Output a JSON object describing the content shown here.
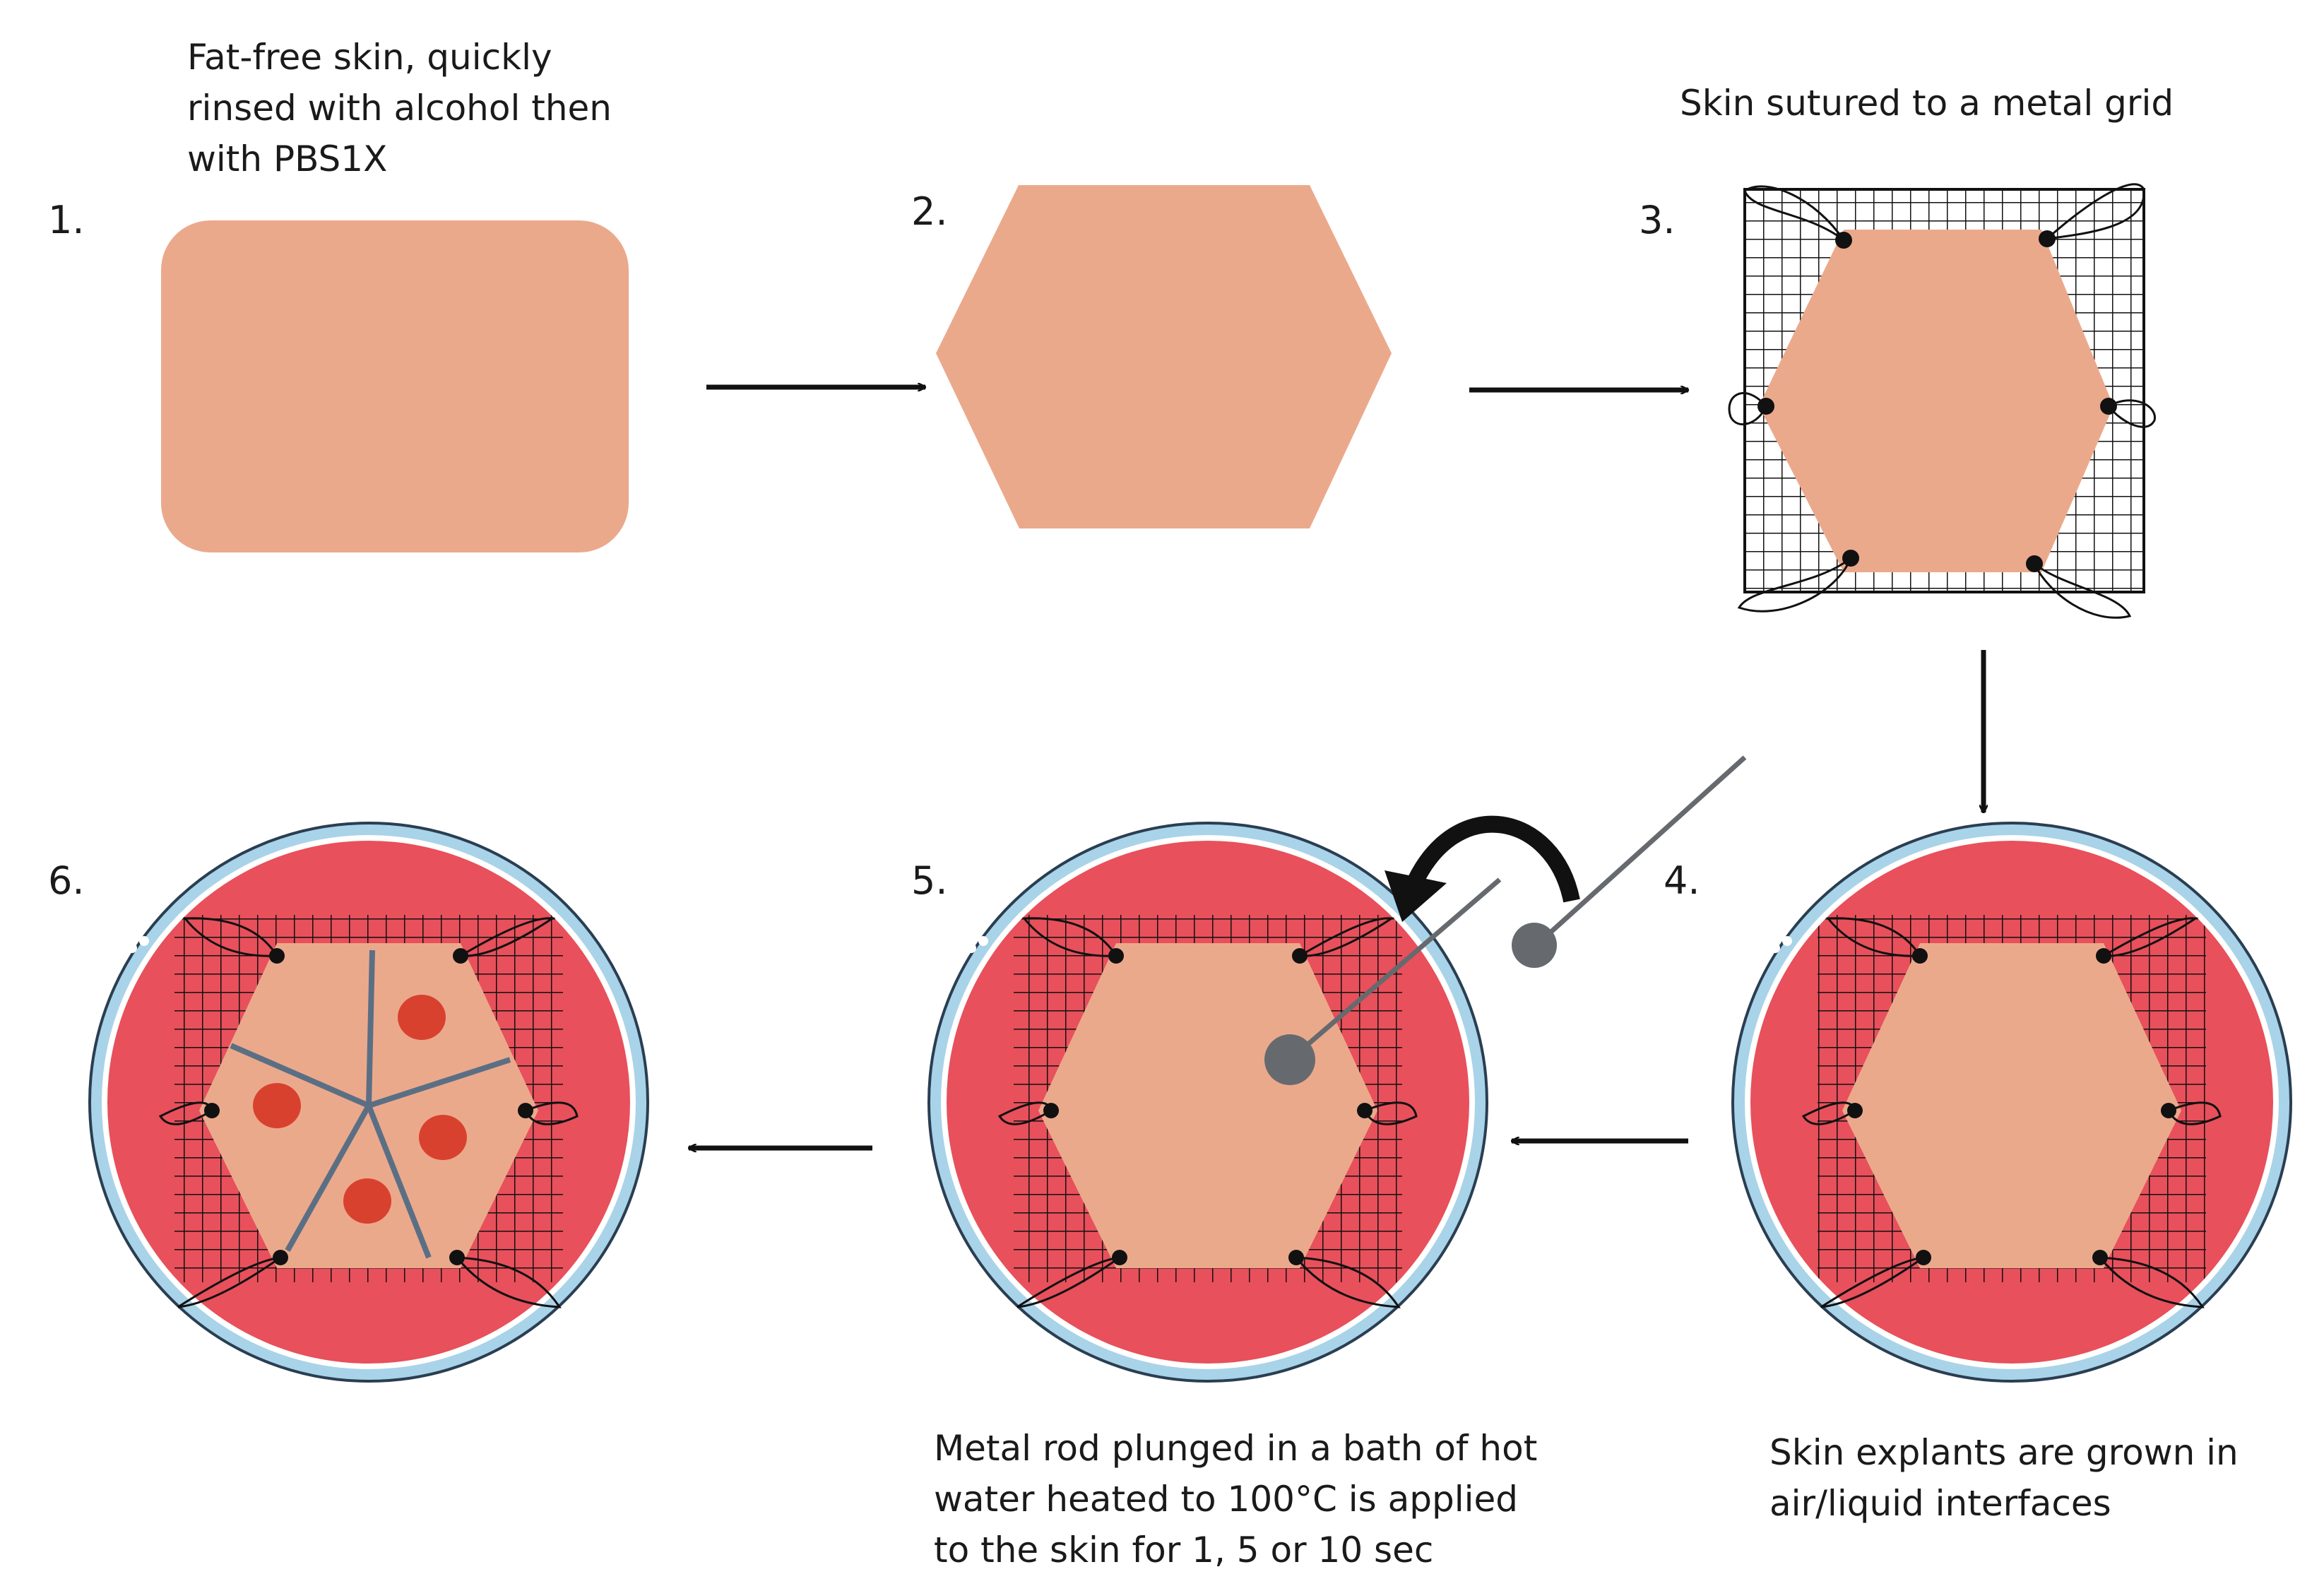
{
  "steps": [
    {
      "number": "1.",
      "caption": "Fat-free skin, quickly\nrinsed with alcohol then\nwith PBS1X"
    },
    {
      "number": "2.",
      "caption": ""
    },
    {
      "number": "3.",
      "caption": "Skin sutured to a metal grid"
    },
    {
      "number": "4.",
      "caption": "Skin explants are grown in\nair/liquid interfaces"
    },
    {
      "number": "5.",
      "caption": "Metal rod plunged in a bath of hot\nwater heated  to 100°C is applied\nto the skin for 1, 5 or 10 sec"
    },
    {
      "number": "6.",
      "caption": ""
    }
  ],
  "colors": {
    "skin": "#eba98c",
    "medium": "#e8505b",
    "dish_rim": "#a9d3e8",
    "burn": "#d9412f",
    "rod": "#666a6e",
    "cut_line": "#5b6f84",
    "ink": "#111111"
  },
  "icons": {
    "arrows": "arrow-right, arrow-down, arrow-left, curved-arrow",
    "grid": "metal-grid",
    "dish": "petri-dish"
  }
}
